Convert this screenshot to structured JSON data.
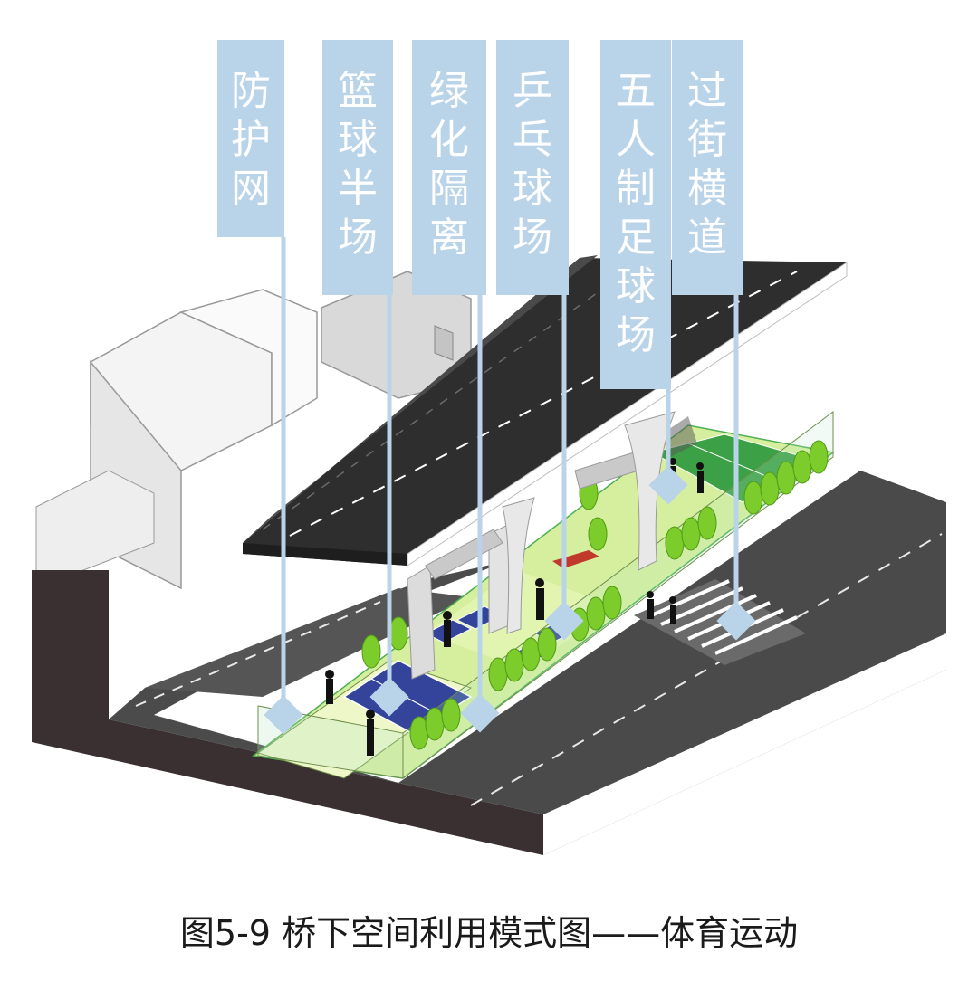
{
  "labels": [
    {
      "id": "fence",
      "text": "防护网"
    },
    {
      "id": "basketball",
      "text": "篮球半场"
    },
    {
      "id": "green",
      "text": "绿化隔离"
    },
    {
      "id": "pingpong",
      "text": "乒乓球场"
    },
    {
      "id": "football",
      "text": "五人制足球场"
    },
    {
      "id": "crosswalk",
      "text": "过街横道"
    }
  ],
  "caption": "图5-9 桥下空间利用模式图——体育运动",
  "colors": {
    "label_bg": "#b9d3e9",
    "pointer": "#b9d3e9",
    "road": "#4a4a4a",
    "bridge_top": "#2e2e2e",
    "grass": "#c8e88c",
    "court_blue": "#33449a",
    "tree": "#7ccc2c",
    "building": "#ffffff",
    "wall_dark": "#3a3032"
  }
}
